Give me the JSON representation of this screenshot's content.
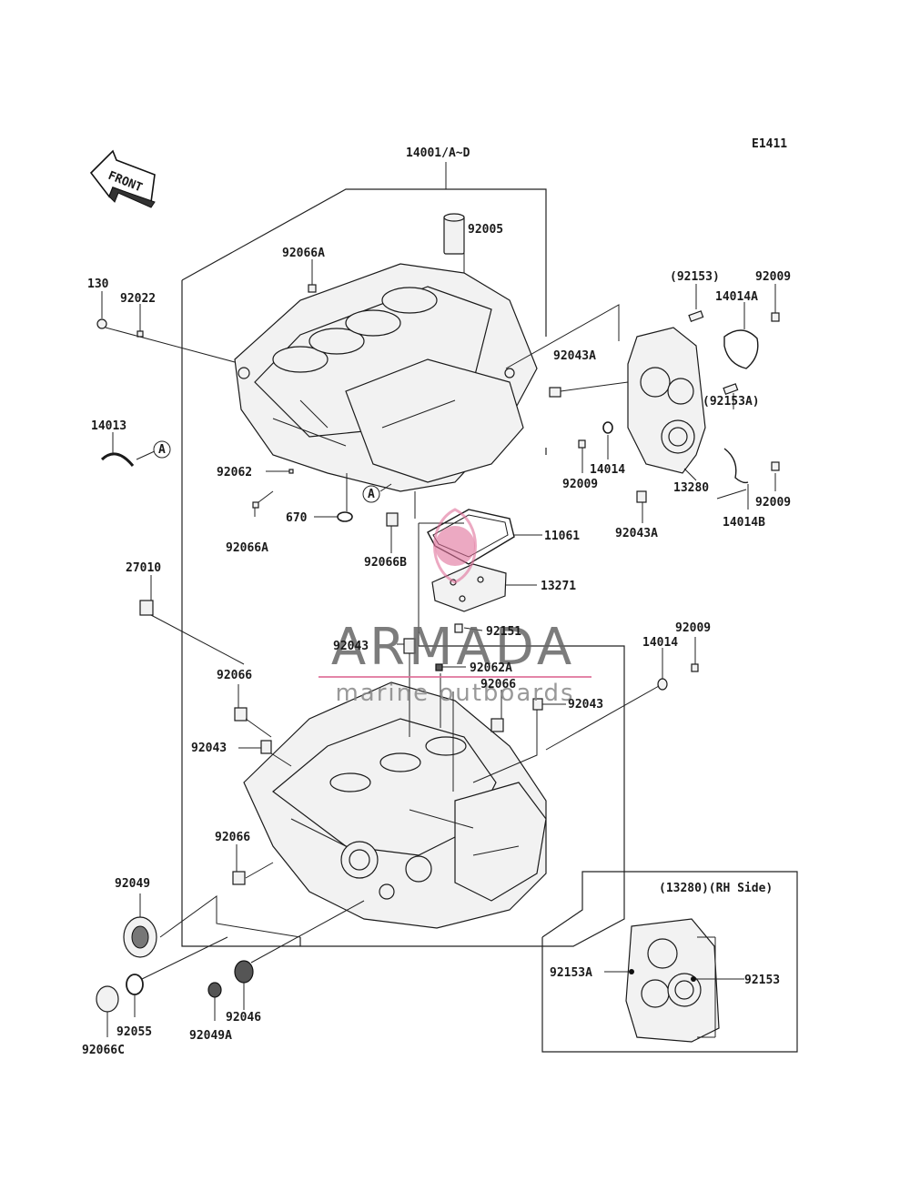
{
  "diagram": {
    "code": "E1411",
    "front_label": "FRONT",
    "assembly_label": "14001/A~D",
    "inset_title": "(13280)(RH Side)",
    "parts": [
      {
        "id": "92005",
        "label": "92005"
      },
      {
        "id": "92066A-top",
        "label": "92066A"
      },
      {
        "id": "130",
        "label": "130"
      },
      {
        "id": "92022",
        "label": "92022"
      },
      {
        "id": "14013",
        "label": "14013"
      },
      {
        "id": "A-left",
        "label": "A"
      },
      {
        "id": "92062",
        "label": "92062"
      },
      {
        "id": "A-mid",
        "label": "A"
      },
      {
        "id": "670",
        "label": "670"
      },
      {
        "id": "92066A-low",
        "label": "92066A"
      },
      {
        "id": "92066B",
        "label": "92066B"
      },
      {
        "id": "11061",
        "label": "11061"
      },
      {
        "id": "13271",
        "label": "13271"
      },
      {
        "id": "92151",
        "label": "92151"
      },
      {
        "id": "92153p",
        "label": "(92153)"
      },
      {
        "id": "92009-a",
        "label": "92009"
      },
      {
        "id": "14014A",
        "label": "14014A"
      },
      {
        "id": "92043A-a",
        "label": "92043A"
      },
      {
        "id": "92153Ap",
        "label": "(92153A)"
      },
      {
        "id": "14014-a",
        "label": "14014"
      },
      {
        "id": "92009-b",
        "label": "92009"
      },
      {
        "id": "13280",
        "label": "13280"
      },
      {
        "id": "92009-c",
        "label": "92009"
      },
      {
        "id": "92043A-b",
        "label": "92043A"
      },
      {
        "id": "14014B",
        "label": "14014B"
      },
      {
        "id": "27010",
        "label": "27010"
      },
      {
        "id": "92043-a",
        "label": "92043"
      },
      {
        "id": "92062A",
        "label": "92062A"
      },
      {
        "id": "92066-a",
        "label": "92066"
      },
      {
        "id": "92066-b",
        "label": "92066"
      },
      {
        "id": "92043-b",
        "label": "92043"
      },
      {
        "id": "92043-c",
        "label": "92043"
      },
      {
        "id": "14014-b",
        "label": "14014"
      },
      {
        "id": "92009-d",
        "label": "92009"
      },
      {
        "id": "92066-c",
        "label": "92066"
      },
      {
        "id": "92049",
        "label": "92049"
      },
      {
        "id": "92055",
        "label": "92055"
      },
      {
        "id": "92066C",
        "label": "92066C"
      },
      {
        "id": "92049A",
        "label": "92049A"
      },
      {
        "id": "92046",
        "label": "92046"
      },
      {
        "id": "92153A-inset",
        "label": "92153A"
      },
      {
        "id": "92153-inset",
        "label": "92153"
      }
    ]
  },
  "watermark": {
    "brand": "ARMADA",
    "tagline": "marine outboards",
    "accent_color": "#e0709a"
  }
}
